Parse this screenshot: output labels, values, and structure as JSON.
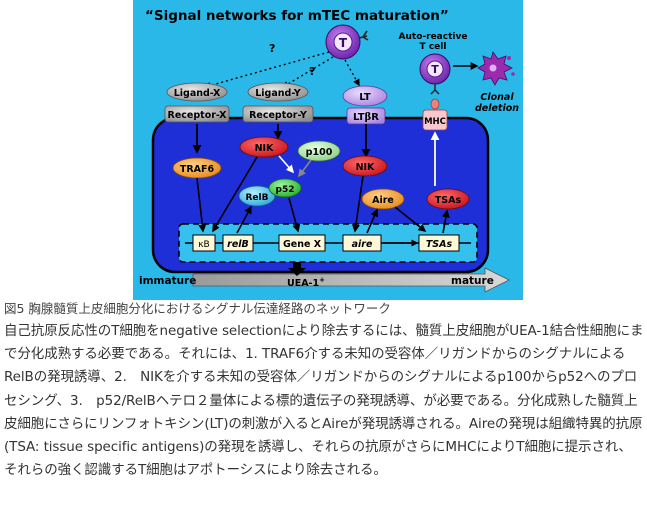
{
  "diagram": {
    "title": "“Signal networks for mTEC maturation”",
    "t_cell": "T",
    "auto_reactive_label_1": "Auto-reactive",
    "auto_reactive_label_2": "T cell",
    "auto_reactive_t": "T",
    "clonal_deletion_1": "Clonal",
    "clonal_deletion_2": "deletion",
    "question_mark": "?",
    "ligand_x": "Ligand-X",
    "receptor_x": "Receptor-X",
    "ligand_y": "Ligand-Y",
    "receptor_y": "Receptor-Y",
    "lt": "LT",
    "lt_beta_r_main": "LT",
    "lt_beta_r_beta": "β",
    "lt_beta_r_r": "R",
    "mhc": "MHC",
    "traf6": "TRAF6",
    "nik_left": "NIK",
    "nik_right": "NIK",
    "p100": "p100",
    "p52": "p52",
    "relb": "RelB",
    "aire": "Aire",
    "tsas": "TSAs",
    "kappa_b": "κB",
    "relb_gene": "relB",
    "gene_x": "Gene X",
    "aire_gene": "aire",
    "tsas_gene": "TSAs",
    "immature": "immature",
    "mature": "mature",
    "uea1": "UEA-1",
    "uea1_plus": "+",
    "colors": {
      "background": "#29b8e8",
      "cell_fill": "#1e2fd8",
      "nucleus_fill": "#35c0ee",
      "gray_protein": "#b2b2b2",
      "red_protein": "#e0242e",
      "orange_protein": "#f29a2a",
      "yellow_gene": "#fff8d8",
      "t_cell_purple": "#8a38c2",
      "p100_green": "#a9e0a2",
      "p52_green": "#3fd24a",
      "relb_cyan": "#4cc7ee",
      "lt_purple": "#c8a8f0",
      "mhc_pink": "#f8c8d0"
    }
  },
  "caption": {
    "figure_caption": "図5 胸腺髓質上皮細胞分化におけるシグナル伝達経路のネットワーク",
    "body": "自己抗原反応性のT細胞をnegative selectionにより除去するには、髓質上皮細胞がUEA-1結合性細胞にまで分化成熟する必要である。それには、1. TRAF6介する未知の受容体／リガンドからのシグナルによるRelBの発現誘導、2.　NIKを介する未知の受容体／リガンドからのシグナルによるp100からp52へのプロセシング、3.　p52/RelBヘテロ２量体による標的遺伝子の発現誘導、が必要である。分化成熟した髓質上皮細胞にさらにリンフォトキシン(LT)の刺激が入るとAireが発現誘導される。Aireの発現は組織特異的抗原(TSA: tissue specific antigens)の発現を誘導し、それらの抗原がさらにMHCによりT細胞に提示され、それらの強く認識するT細胞はアポトーシスにより除去される。"
  }
}
